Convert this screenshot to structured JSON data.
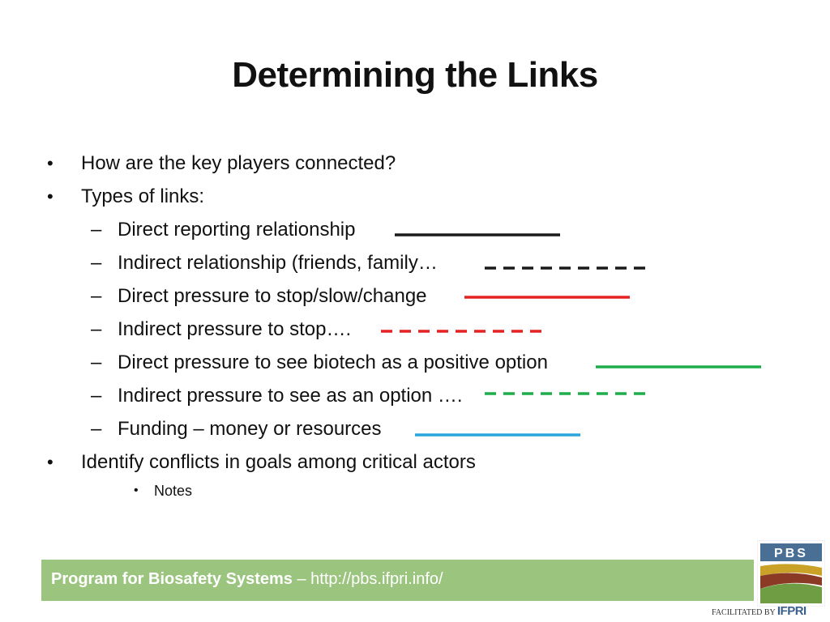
{
  "slide": {
    "title": "Determining the Links",
    "bullets": [
      {
        "marker": "•",
        "text": "How are the key players connected?"
      },
      {
        "marker": "•",
        "text": "Types of links:"
      },
      {
        "marker": "•",
        "text": "Identify conflicts in goals among critical actors"
      }
    ],
    "link_types": [
      {
        "marker": "–",
        "text": "Direct reporting relationship",
        "color": "#1a1a1a",
        "style": "solid"
      },
      {
        "marker": "–",
        "text": "Indirect relationship (friends, family…",
        "color": "#1a1a1a",
        "style": "dashed"
      },
      {
        "marker": "–",
        "text": "Direct pressure to stop/slow/change",
        "color": "#e52222",
        "style": "solid"
      },
      {
        "marker": "–",
        "text": "Indirect pressure to stop….",
        "color": "#e52222",
        "style": "dashed"
      },
      {
        "marker": "–",
        "text": "Direct pressure to see biotech as a positive option",
        "color": "#1fad4b",
        "style": "solid"
      },
      {
        "marker": "–",
        "text": "Indirect pressure to see as an option ….",
        "color": "#1fad4b",
        "style": "dashed"
      },
      {
        "marker": "–",
        "text": "Funding – money or resources",
        "color": "#2aa6dc",
        "style": "solid"
      }
    ],
    "sub_bullet": {
      "marker": "•",
      "text": "Notes"
    }
  },
  "footer": {
    "program": "Program for Biosafety Systems",
    "separator": " – ",
    "url": "http://pbs.ifpri.info/",
    "bar_color": "#9bc47f"
  },
  "logo": {
    "text": "PBS",
    "facilitated_by": "FACILITATED BY",
    "org": "IFPRI"
  }
}
